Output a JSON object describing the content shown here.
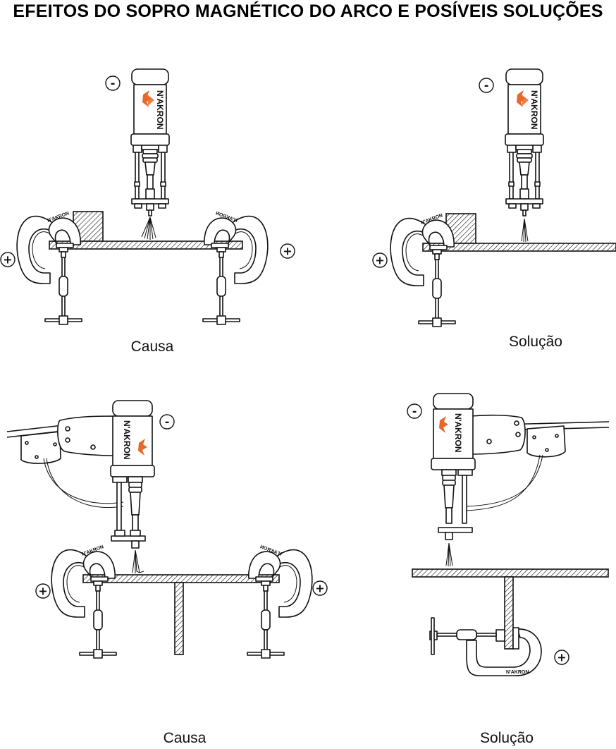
{
  "title": "EFEITOS DO SOPRO MAGNÉTICO DO ARCO E POSÍVEIS SOLUÇÕES",
  "brand": "N'AKRON",
  "accent_color": "#e8682a",
  "polarity": {
    "negative": "-",
    "positive": "+"
  },
  "panels": [
    {
      "caption": "Causa"
    },
    {
      "caption": "Solução"
    },
    {
      "caption": "Causa"
    },
    {
      "caption": "Solução"
    }
  ]
}
